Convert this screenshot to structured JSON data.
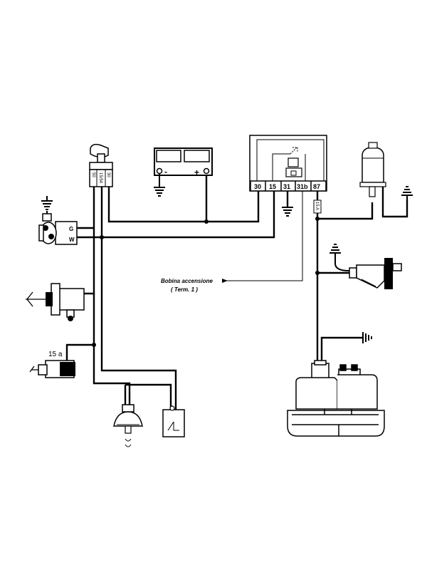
{
  "relay": {
    "terminals": [
      "30",
      "15",
      "31",
      "31b",
      "87"
    ]
  },
  "switch": {
    "pins": [
      "30",
      "15/54",
      "50"
    ]
  },
  "battery": {
    "minus": "-",
    "plus": "+"
  },
  "alternator": {
    "g": "G",
    "w": "W"
  },
  "coil_note": {
    "line1": "Bobina accensione",
    "line2": "( Term. 1 )"
  },
  "starter_label": "15 a",
  "fuse_label": "15 A"
}
